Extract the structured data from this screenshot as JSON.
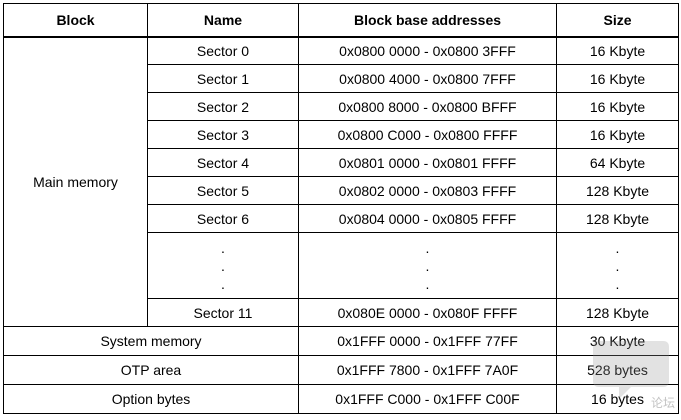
{
  "header": {
    "block": "Block",
    "name": "Name",
    "addresses": "Block base addresses",
    "size": "Size"
  },
  "main_memory": {
    "label": "Main memory",
    "sectors": [
      {
        "name": "Sector 0",
        "addr": "0x0800 0000 - 0x0800 3FFF",
        "size": "16 Kbyte"
      },
      {
        "name": "Sector 1",
        "addr": "0x0800 4000 - 0x0800 7FFF",
        "size": "16 Kbyte"
      },
      {
        "name": "Sector 2",
        "addr": "0x0800 8000 - 0x0800 BFFF",
        "size": "16 Kbyte"
      },
      {
        "name": "Sector 3",
        "addr": "0x0800 C000 - 0x0800 FFFF",
        "size": "16 Kbyte"
      },
      {
        "name": "Sector 4",
        "addr": "0x0801 0000 - 0x0801 FFFF",
        "size": "64 Kbyte"
      },
      {
        "name": "Sector 5",
        "addr": "0x0802 0000 - 0x0803 FFFF",
        "size": "128 Kbyte"
      },
      {
        "name": "Sector 6",
        "addr": "0x0804 0000 - 0x0805 FFFF",
        "size": "128 Kbyte"
      }
    ],
    "ellipsis": ".",
    "last_sector": {
      "name": "Sector 11",
      "addr": "0x080E 0000 - 0x080F FFFF",
      "size": "128 Kbyte"
    }
  },
  "other_blocks": [
    {
      "label": "System memory",
      "addr": "0x1FFF 0000 - 0x1FFF 77FF",
      "size": "30 Kbyte"
    },
    {
      "label": "OTP area",
      "addr": "0x1FFF 7800 - 0x1FFF 7A0F",
      "size": "528 bytes"
    },
    {
      "label": "Option bytes",
      "addr": "0x1FFF C000 - 0x1FFF C00F",
      "size": "16 bytes"
    }
  ],
  "watermark": {
    "text": "论坛",
    "color": "#9a9a9a"
  }
}
